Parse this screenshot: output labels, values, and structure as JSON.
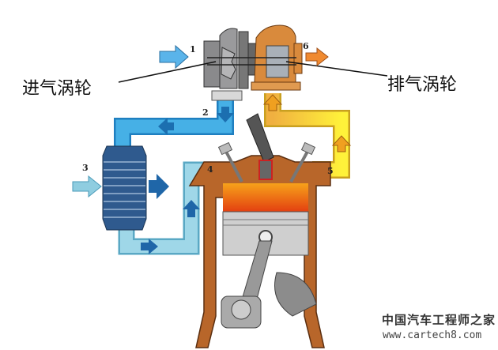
{
  "labels": {
    "intake_turbine": "进气涡轮",
    "exhaust_turbine": "排气涡轮"
  },
  "numbers": [
    "1",
    "2",
    "3",
    "4",
    "5",
    "6"
  ],
  "watermark": {
    "title": "中国汽车工程师之家",
    "url": "www.cartech8.com"
  },
  "colors": {
    "cold_air": "#3a9fd8",
    "intake_air": "#8fcde0",
    "exhaust": "#f5c040",
    "turbine_hot": "#d98a3c",
    "compressor": "#8a8a8c"
  }
}
